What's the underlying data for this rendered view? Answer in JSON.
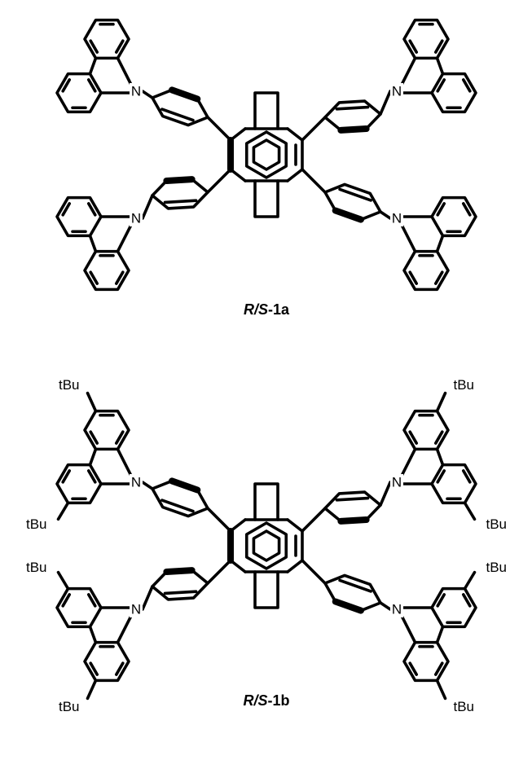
{
  "structures": [
    {
      "caption": {
        "prefix": "R/S",
        "suffix": "-1a"
      },
      "atom_labels": {
        "nitrogen": "N",
        "tert_butyl": ""
      },
      "substituted": false
    },
    {
      "caption": {
        "prefix": "R/S",
        "suffix": "-1b"
      },
      "atom_labels": {
        "nitrogen": "N",
        "tert_butyl": "tBu"
      },
      "substituted": true
    }
  ]
}
